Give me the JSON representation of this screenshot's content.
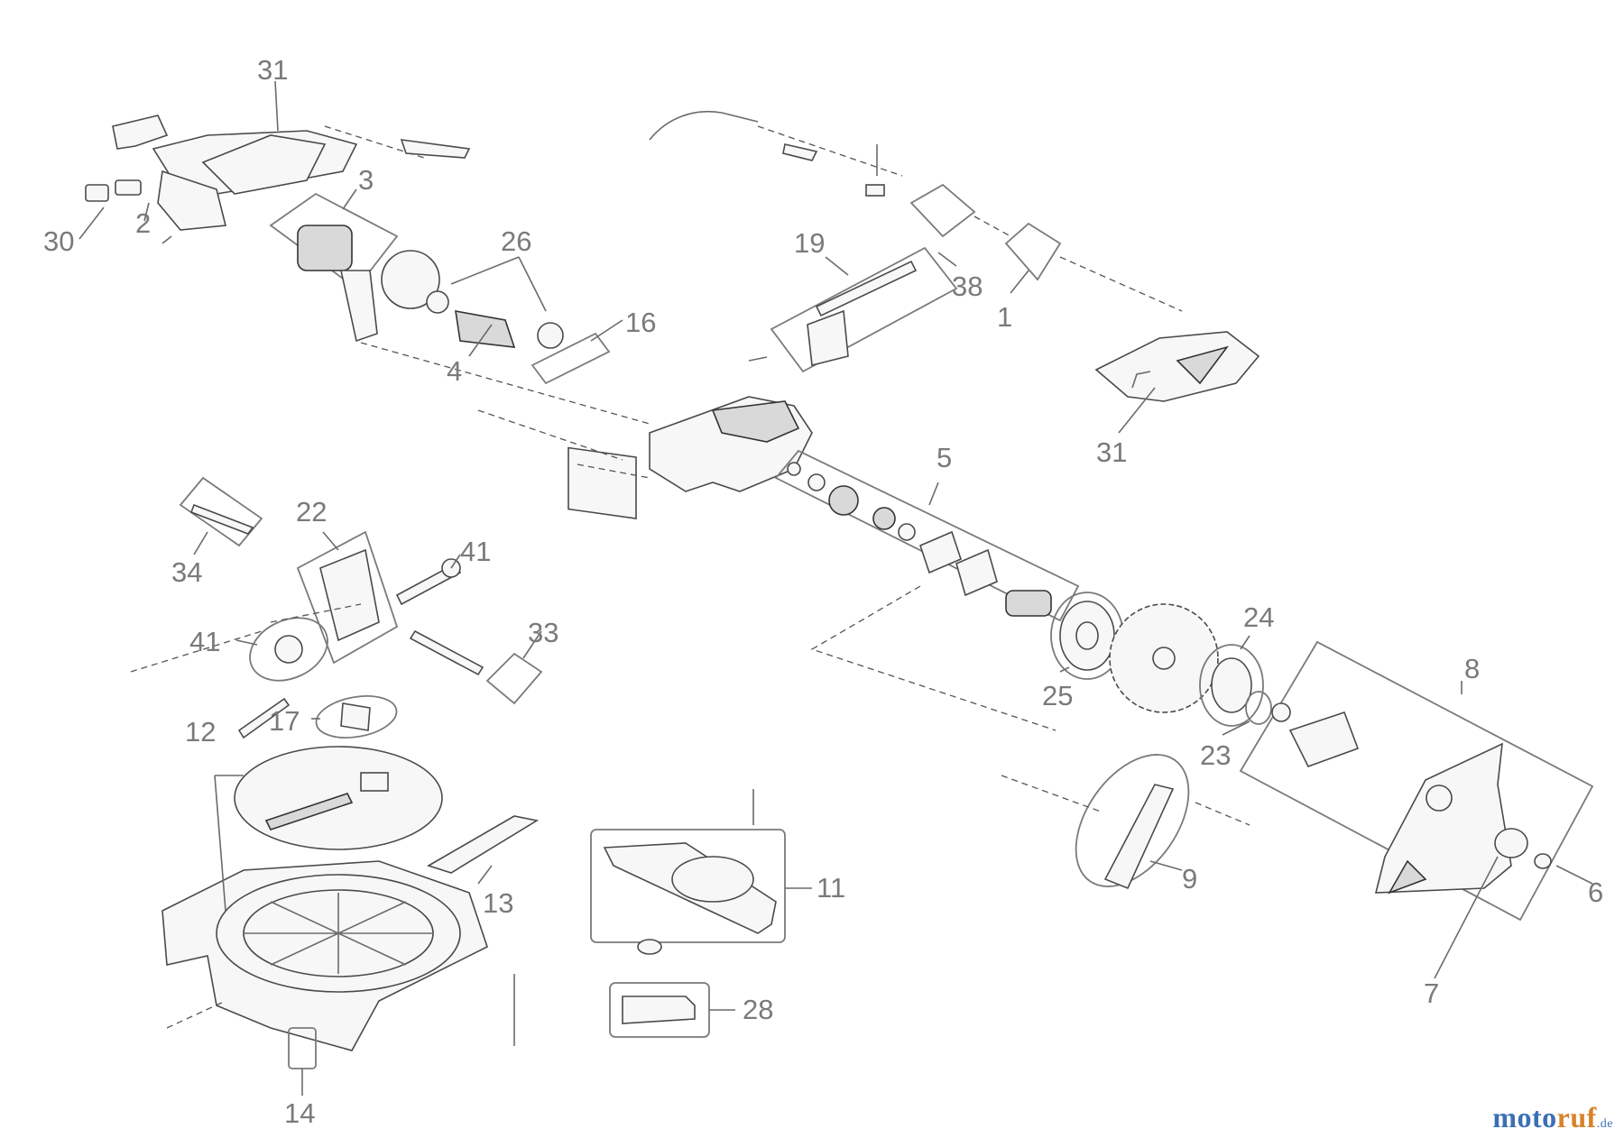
{
  "labels": {
    "l31a": "31",
    "l30": "30",
    "l2": "2",
    "l3": "3",
    "l26": "26",
    "l4": "4",
    "l16": "16",
    "l19": "19",
    "l38": "38",
    "l1": "1",
    "l31b": "31",
    "l5": "5",
    "l22": "22",
    "l34": "34",
    "l41a": "41",
    "l41b": "41",
    "l33": "33",
    "l17": "17",
    "l12": "12",
    "l13": "13",
    "l11": "11",
    "l28": "28",
    "l14": "14",
    "l25": "25",
    "l24": "24",
    "l23": "23",
    "l8": "8",
    "l9": "9",
    "l6": "6",
    "l7": "7"
  },
  "watermark": {
    "part_a": "moto",
    "part_b": "ruf",
    "tld": ".de"
  }
}
